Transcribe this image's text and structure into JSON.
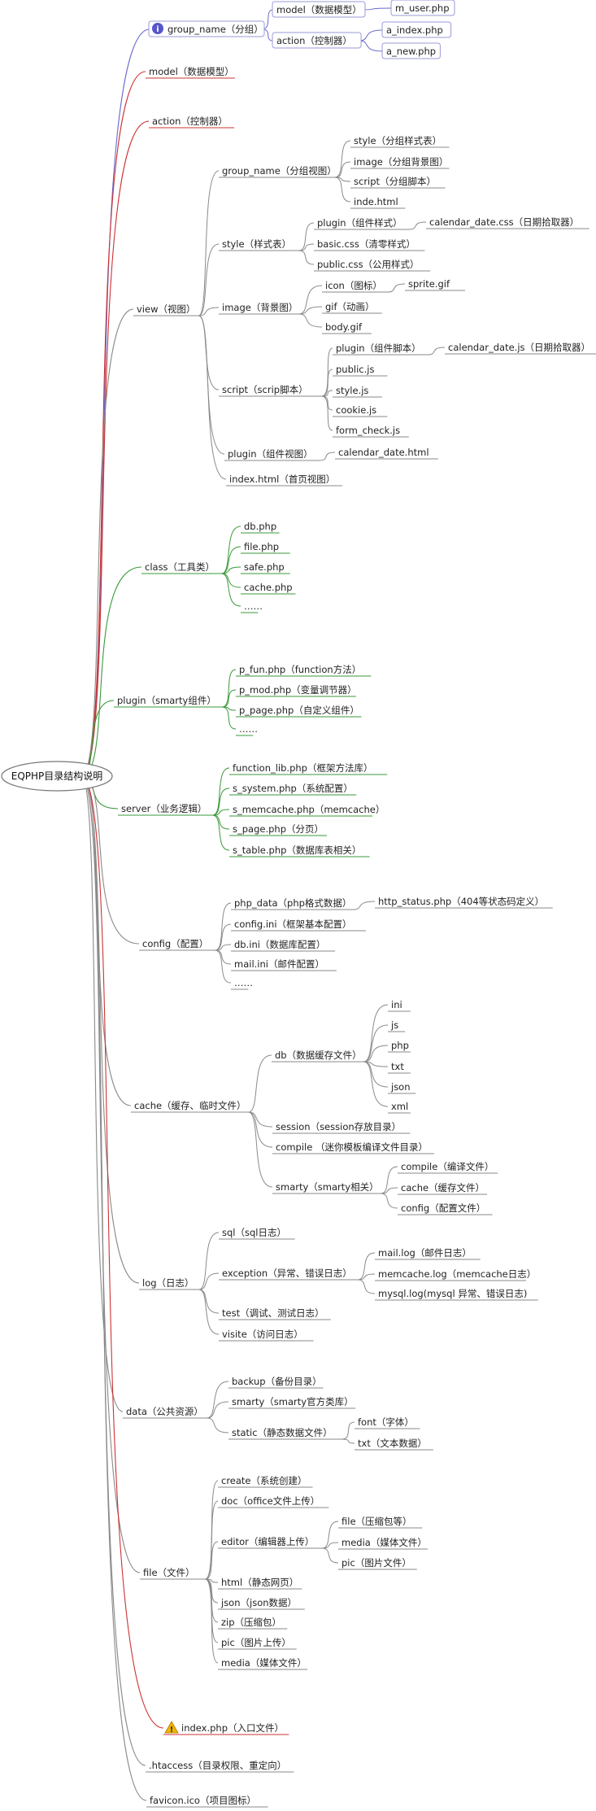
{
  "root": {
    "label": "EQPHP目录结构说明"
  },
  "colors": {
    "gray": "#8a8a8a",
    "red": "#cc3333",
    "blue": "#6a6acd",
    "green": "#3a9a3a",
    "info_icon": "#5555cc",
    "warning_icon": "#f0b400"
  },
  "tree": [
    {
      "id": "n1",
      "label": "group_name（分组）",
      "color": "blue",
      "boxed": true,
      "icon": "info-icon",
      "children": [
        {
          "id": "n1a",
          "label": "model（数据模型）",
          "boxed": true,
          "children": [
            {
              "id": "n1a1",
              "label": "m_user.php",
              "boxed": true
            }
          ]
        },
        {
          "id": "n1b",
          "label": "action（控制器）",
          "boxed": true,
          "children": [
            {
              "id": "n1b1",
              "label": "a_index.php",
              "boxed": true
            },
            {
              "id": "n1b2",
              "label": "a_new.php",
              "boxed": true
            }
          ]
        }
      ]
    },
    {
      "id": "n2",
      "label": "model（数据模型）",
      "color": "red"
    },
    {
      "id": "n3",
      "label": "action（控制器）",
      "color": "red"
    },
    {
      "id": "n4",
      "label": "view（视图）",
      "color": "gray",
      "children": [
        {
          "id": "n4a",
          "label": "group_name（分组视图）",
          "children": [
            {
              "id": "n4a1",
              "label": "style（分组样式表）"
            },
            {
              "id": "n4a2",
              "label": "image（分组背景图）"
            },
            {
              "id": "n4a3",
              "label": "script（分组脚本）"
            },
            {
              "id": "n4a4",
              "label": "inde.html"
            }
          ]
        },
        {
          "id": "n4b",
          "label": "style（样式表）",
          "children": [
            {
              "id": "n4b1",
              "label": "plugin（组件样式）",
              "children": [
                {
                  "id": "n4b1a",
                  "label": "calendar_date.css（日期拾取器）"
                }
              ]
            },
            {
              "id": "n4b2",
              "label": "basic.css（清零样式）"
            },
            {
              "id": "n4b3",
              "label": "public.css（公用样式）"
            }
          ]
        },
        {
          "id": "n4c",
          "label": "image（背景图）",
          "children": [
            {
              "id": "n4c1",
              "label": "icon（图标）",
              "children": [
                {
                  "id": "n4c1a",
                  "label": "sprite.gif"
                }
              ]
            },
            {
              "id": "n4c2",
              "label": "gif（动画）"
            },
            {
              "id": "n4c3",
              "label": "body.gif"
            }
          ]
        },
        {
          "id": "n4d",
          "label": "script（scrip脚本）",
          "children": [
            {
              "id": "n4d1",
              "label": "plugin（组件脚本）",
              "children": [
                {
                  "id": "n4d1a",
                  "label": "calendar_date.js（日期拾取器）"
                }
              ]
            },
            {
              "id": "n4d2",
              "label": "public.js"
            },
            {
              "id": "n4d3",
              "label": "style.js"
            },
            {
              "id": "n4d4",
              "label": "cookie.js"
            },
            {
              "id": "n4d5",
              "label": "form_check.js"
            }
          ]
        },
        {
          "id": "n4e",
          "label": "plugin（组件视图）",
          "children": [
            {
              "id": "n4e1",
              "label": "calendar_date.html"
            }
          ]
        },
        {
          "id": "n4f",
          "label": "index.html（首页视图）"
        }
      ]
    },
    {
      "id": "n5",
      "label": "class（工具类）",
      "color": "green",
      "children": [
        {
          "id": "n5a",
          "label": "db.php"
        },
        {
          "id": "n5b",
          "label": "file.php"
        },
        {
          "id": "n5c",
          "label": "safe.php"
        },
        {
          "id": "n5d",
          "label": "cache.php"
        },
        {
          "id": "n5e",
          "label": "……"
        }
      ]
    },
    {
      "id": "n6",
      "label": "plugin（smarty组件）",
      "color": "green",
      "children": [
        {
          "id": "n6a",
          "label": "p_fun.php（function方法）"
        },
        {
          "id": "n6b",
          "label": "p_mod.php（变量调节器）"
        },
        {
          "id": "n6c",
          "label": "p_page.php（自定义组件）"
        },
        {
          "id": "n6d",
          "label": "……"
        }
      ]
    },
    {
      "id": "n7",
      "label": "server（业务逻辑）",
      "color": "green",
      "children": [
        {
          "id": "n7a",
          "label": "function_lib.php（框架方法库）"
        },
        {
          "id": "n7b",
          "label": "s_system.php（系统配置）"
        },
        {
          "id": "n7c",
          "label": "s_memcache.php（memcache）"
        },
        {
          "id": "n7d",
          "label": "s_page.php（分页）"
        },
        {
          "id": "n7e",
          "label": "s_table.php（数据库表相关）"
        }
      ]
    },
    {
      "id": "n8",
      "label": "config（配置）",
      "color": "gray",
      "children": [
        {
          "id": "n8a",
          "label": "php_data（php格式数据）",
          "children": [
            {
              "id": "n8a1",
              "label": "http_status.php（404等状态码定义）"
            }
          ]
        },
        {
          "id": "n8b",
          "label": "config.ini（框架基本配置）"
        },
        {
          "id": "n8c",
          "label": "db.ini（数据库配置）"
        },
        {
          "id": "n8d",
          "label": "mail.ini（邮件配置）"
        },
        {
          "id": "n8e",
          "label": "……"
        }
      ]
    },
    {
      "id": "n9",
      "label": "cache（缓存、临时文件）",
      "color": "gray",
      "children": [
        {
          "id": "n9a",
          "label": "db（数据缓存文件）",
          "children": [
            {
              "id": "n9a1",
              "label": "ini"
            },
            {
              "id": "n9a2",
              "label": "js"
            },
            {
              "id": "n9a3",
              "label": "php"
            },
            {
              "id": "n9a4",
              "label": "txt"
            },
            {
              "id": "n9a5",
              "label": "json"
            },
            {
              "id": "n9a6",
              "label": "xml"
            }
          ]
        },
        {
          "id": "n9b",
          "label": "session（session存放目录）"
        },
        {
          "id": "n9c",
          "label": "compile （迷你模板编译文件目录）"
        },
        {
          "id": "n9d",
          "label": "smarty（smarty相关）",
          "children": [
            {
              "id": "n9d1",
              "label": "compile（编译文件）"
            },
            {
              "id": "n9d2",
              "label": "cache（缓存文件）"
            },
            {
              "id": "n9d3",
              "label": "config（配置文件）"
            }
          ]
        }
      ]
    },
    {
      "id": "n10",
      "label": "log（日志）",
      "color": "gray",
      "children": [
        {
          "id": "n10a",
          "label": "sql（sql日志）"
        },
        {
          "id": "n10b",
          "label": "exception（异常、错误日志）",
          "children": [
            {
              "id": "n10b1",
              "label": "mail.log（邮件日志）"
            },
            {
              "id": "n10b2",
              "label": "memcache.log（memcache日志）"
            },
            {
              "id": "n10b3",
              "label": "mysql.log(mysql 异常、错误日志)"
            }
          ]
        },
        {
          "id": "n10c",
          "label": "test（调试、测试日志）"
        },
        {
          "id": "n10d",
          "label": "visite（访问日志）"
        }
      ]
    },
    {
      "id": "n11",
      "label": "data（公共资源）",
      "color": "gray",
      "children": [
        {
          "id": "n11a",
          "label": "backup（备份目录）"
        },
        {
          "id": "n11b",
          "label": "smarty（smarty官方类库）"
        },
        {
          "id": "n11c",
          "label": "static（静态数据文件）",
          "children": [
            {
              "id": "n11c1",
              "label": "font（字体）"
            },
            {
              "id": "n11c2",
              "label": "txt（文本数据）"
            }
          ]
        }
      ]
    },
    {
      "id": "n12",
      "label": "file（文件）",
      "color": "gray",
      "children": [
        {
          "id": "n12a",
          "label": "create（系统创建）"
        },
        {
          "id": "n12b",
          "label": "doc（office文件上传）"
        },
        {
          "id": "n12c",
          "label": "editor（编辑器上传）",
          "children": [
            {
              "id": "n12c1",
              "label": "file（压缩包等）"
            },
            {
              "id": "n12c2",
              "label": "media（媒体文件）"
            },
            {
              "id": "n12c3",
              "label": "pic（图片文件）"
            }
          ]
        },
        {
          "id": "n12d",
          "label": "html（静态网页）"
        },
        {
          "id": "n12e",
          "label": "json（json数据）"
        },
        {
          "id": "n12f",
          "label": "zip（压缩包）"
        },
        {
          "id": "n12g",
          "label": "pic（图片上传）"
        },
        {
          "id": "n12h",
          "label": "media（媒体文件）"
        }
      ]
    },
    {
      "id": "n13",
      "label": "index.php（入口文件）",
      "color": "red",
      "icon": "warning-icon"
    },
    {
      "id": "n14",
      "label": ".htaccess（目录权限、重定向）",
      "color": "gray"
    },
    {
      "id": "n15",
      "label": "favicon.ico（项目图标）",
      "color": "gray"
    }
  ]
}
